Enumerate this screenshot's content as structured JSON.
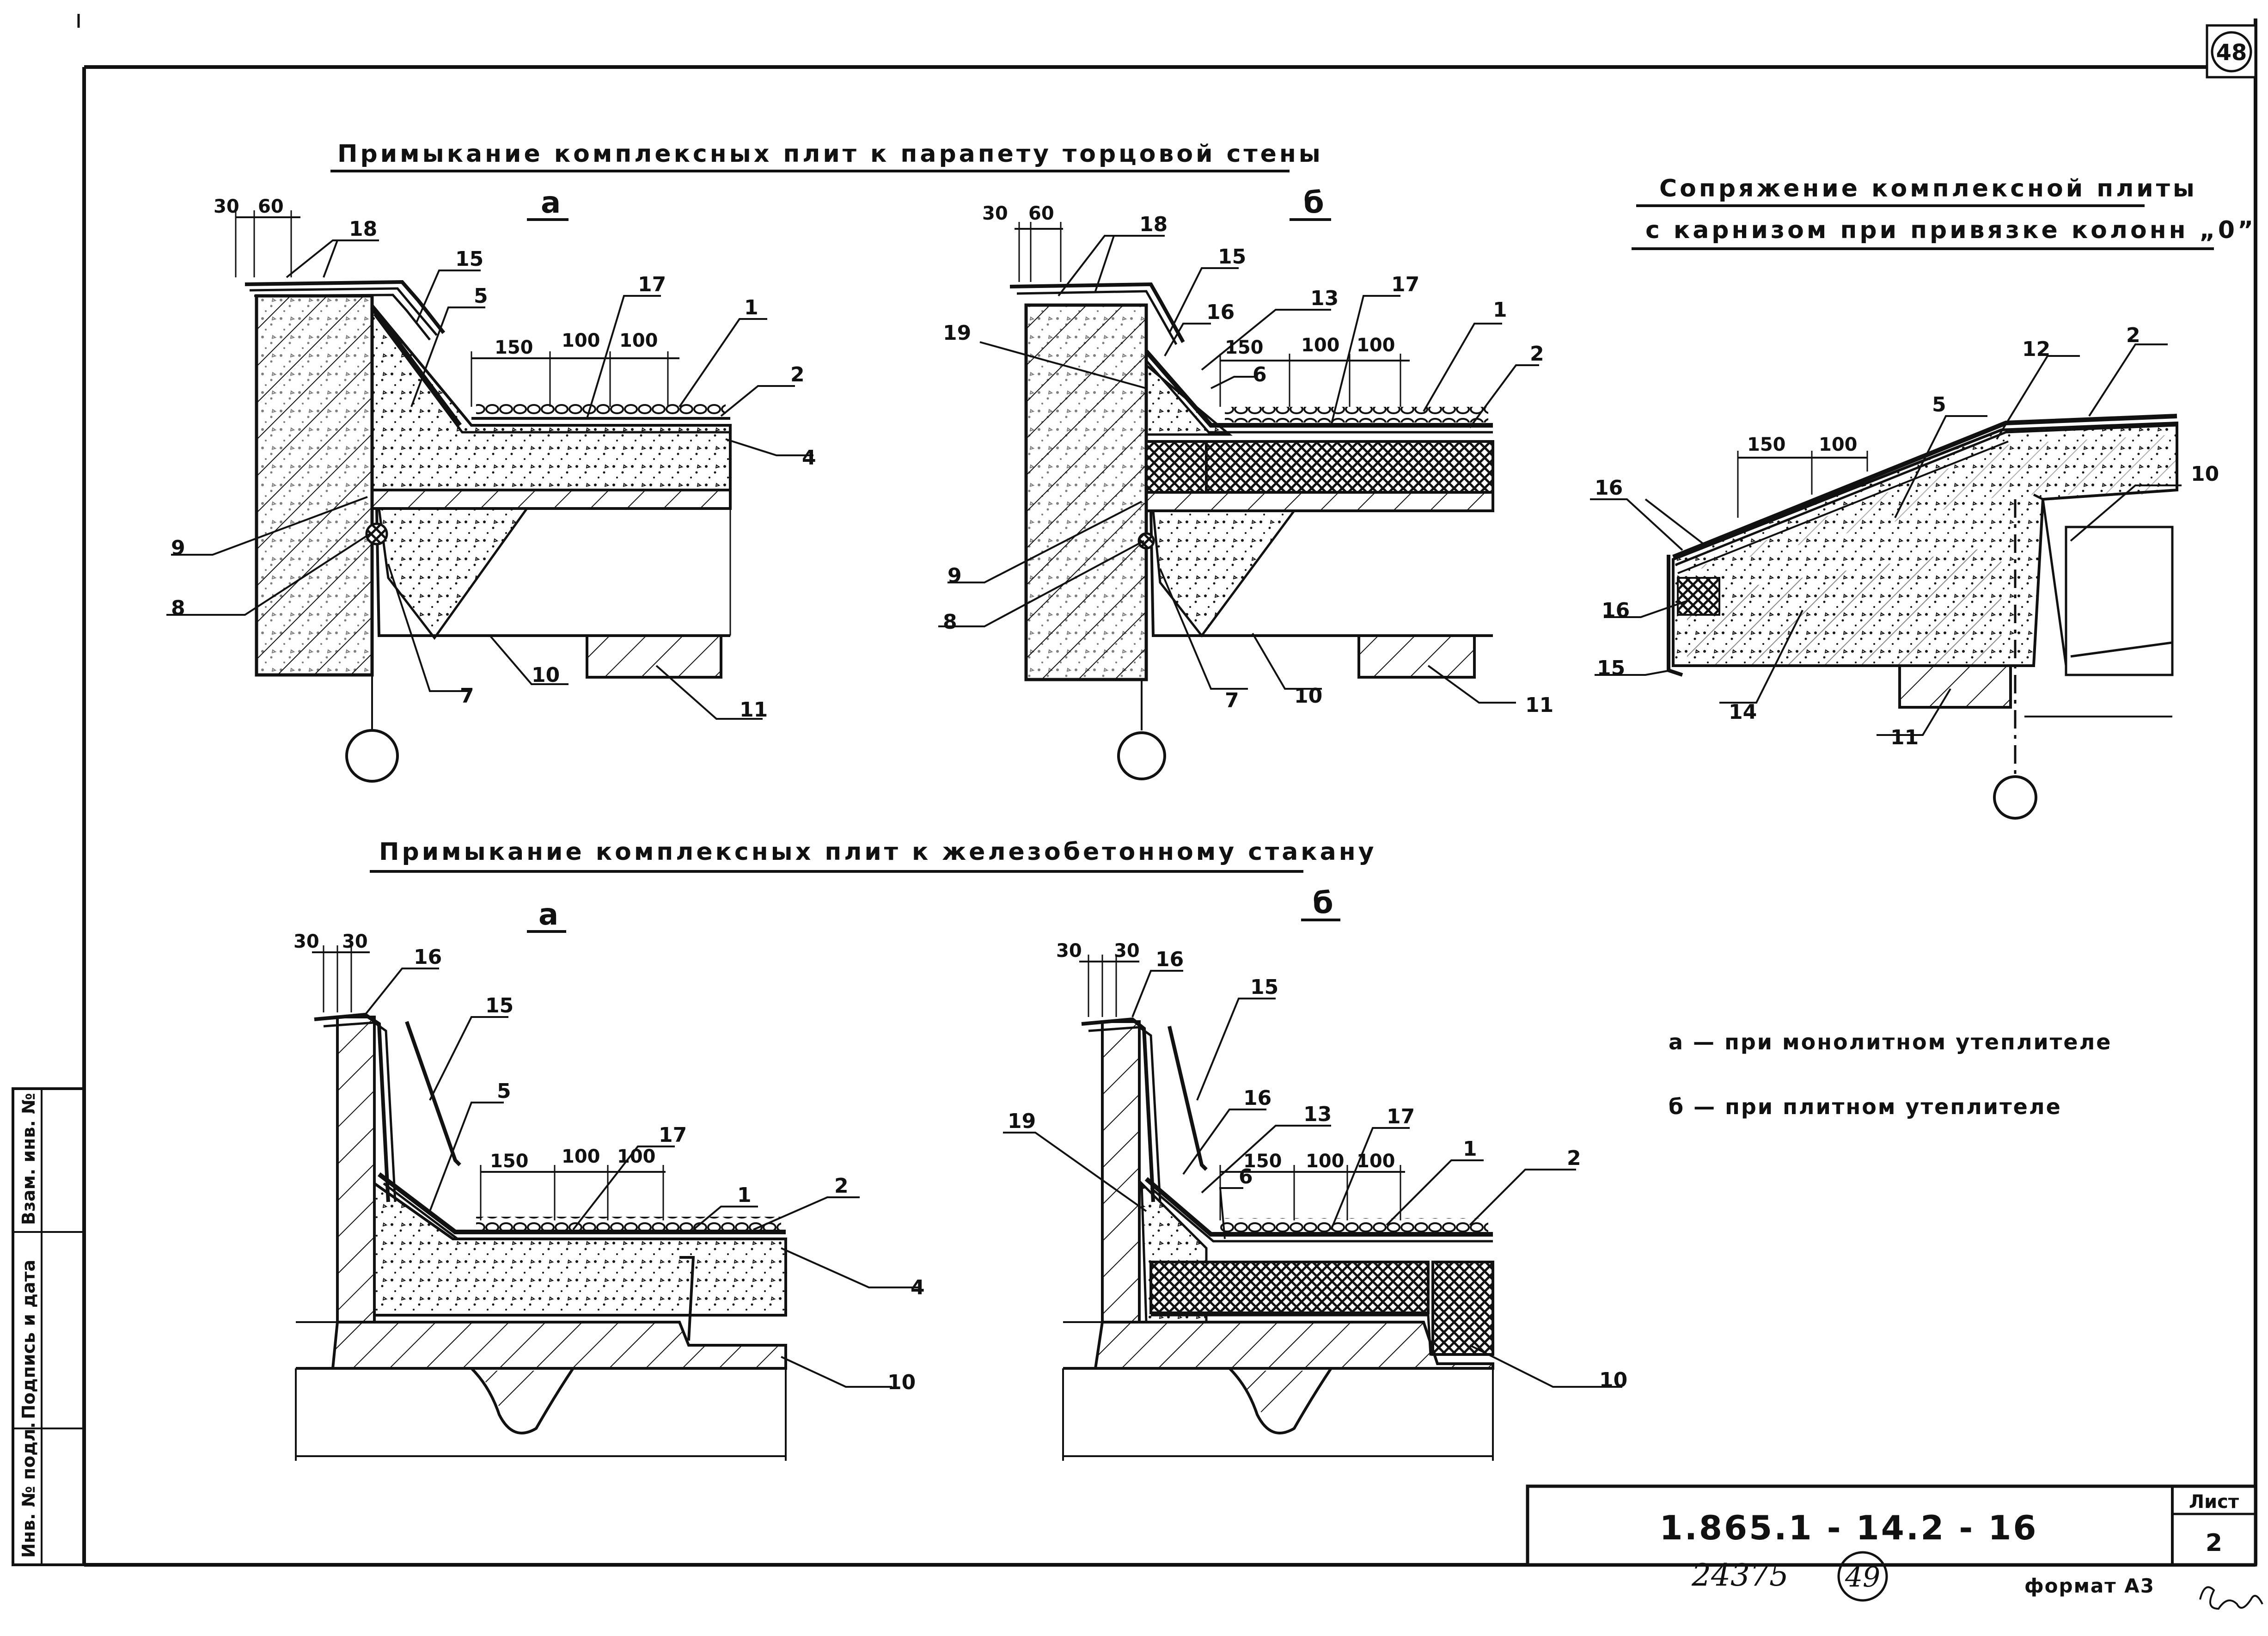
{
  "sheet_mark": "48",
  "titles": {
    "parapet": "Примыкание комплексных плит к парапету торцовой стены",
    "cornice_line1": "Сопряжение комплексной плиты",
    "cornice_line2": "с карнизом при привязке колонн „0”",
    "glass": "Примыкание комплексных плит к железобетонному стакану"
  },
  "variants": {
    "a": "а",
    "b": "б"
  },
  "legend": {
    "a": "а — при монолитном утеплителе",
    "b": "б — при плитном утеплителе"
  },
  "dims": {
    "d30": "30",
    "d60": "60",
    "d150": "150",
    "d100": "100"
  },
  "callouts": {
    "n1": "1",
    "n2": "2",
    "n4": "4",
    "n5": "5",
    "n6": "6",
    "n7": "7",
    "n8": "8",
    "n9": "9",
    "n10": "10",
    "n11": "11",
    "n12": "12",
    "n13": "13",
    "n14": "14",
    "n15": "15",
    "n16": "16",
    "n17": "17",
    "n18": "18",
    "n19": "19"
  },
  "stamp": {
    "sheet_label": "Лист",
    "sheet_no": "2",
    "code": "1.865.1 - 14.2 - 16",
    "format": "формат А3",
    "inv_no": "24375",
    "page_circle": "49"
  },
  "side_stamp": {
    "f1": "Инв. № подл.",
    "f2": "Подпись и дата",
    "f3": "Взам. инв. №"
  },
  "colors": {
    "ink": "#111111",
    "paper": "#ffffff",
    "insul": "#222222"
  }
}
